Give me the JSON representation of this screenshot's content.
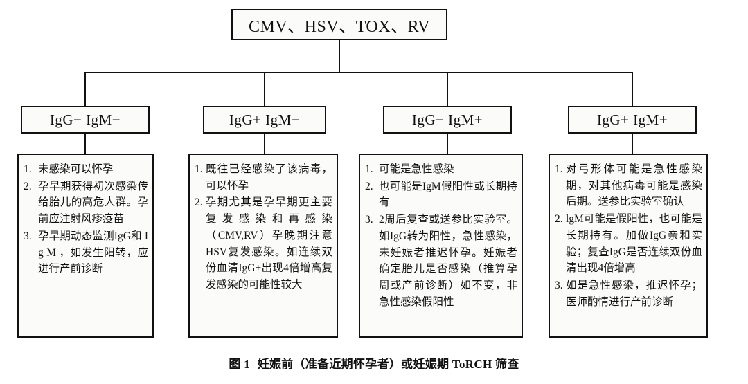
{
  "figure": {
    "root": {
      "label": "CMV、HSV、TOX、RV"
    },
    "branches": [
      {
        "header": "IgG−  IgM−",
        "items": [
          {
            "marker": "1.",
            "text": "未感染可以怀孕"
          },
          {
            "marker": "2.",
            "text": "孕早期获得初次感染传给胎儿的高危人群。孕前应注射风疹疫苗"
          },
          {
            "marker": "3.",
            "text": "孕早期动态监测IgG和 I g M ，如发生阳转，应进行产前诊断"
          }
        ]
      },
      {
        "header": "IgG+  IgM−",
        "items": [
          {
            "marker": "1.",
            "text": "既往已经感染了该病毒，可以怀孕"
          },
          {
            "marker": "2.",
            "text": "孕期尤其是孕早期更主要复发感染和再感染（CMV,RV）孕晚期注意HSV复发感染。如连续双份血清IgG+出现4倍增高复发感染的可能性较大"
          }
        ]
      },
      {
        "header": "IgG−  IgM+",
        "items": [
          {
            "marker": "1.",
            "text": "可能是急性感染"
          },
          {
            "marker": "2.",
            "text": "也可能是IgM假阳性或长期持有"
          },
          {
            "marker": "3.",
            "text": "2周后复查或送参比实验室。如IgG转为阳性，急性感染，未妊娠者推迟怀孕。妊娠者确定胎儿是否感染（推算孕周或产前诊断）如不变，非急性感染假阳性"
          }
        ]
      },
      {
        "header": "IgG+  IgM+",
        "items": [
          {
            "marker": "1.",
            "text": "对弓形体可能是急性感染期，对其他病毒可能是感染后期。送参比实验室确认"
          },
          {
            "marker": "2.",
            "text": "lgM可能是假阳性，也可能是长期持有。加做IgG亲和实验；复查IgG是否连续双份血清出现4倍增高"
          },
          {
            "marker": "3.",
            "text": "如是急性感染，推迟怀孕；医师酌情进行产前诊断"
          }
        ]
      }
    ],
    "caption": {
      "number": "图 1",
      "text": "妊娠前（准备近期怀孕者）或妊娠期 ToRCH 筛查"
    },
    "colors": {
      "ink": "#111111",
      "box_fill": "#fbfbf9",
      "page": "#ffffff"
    }
  }
}
